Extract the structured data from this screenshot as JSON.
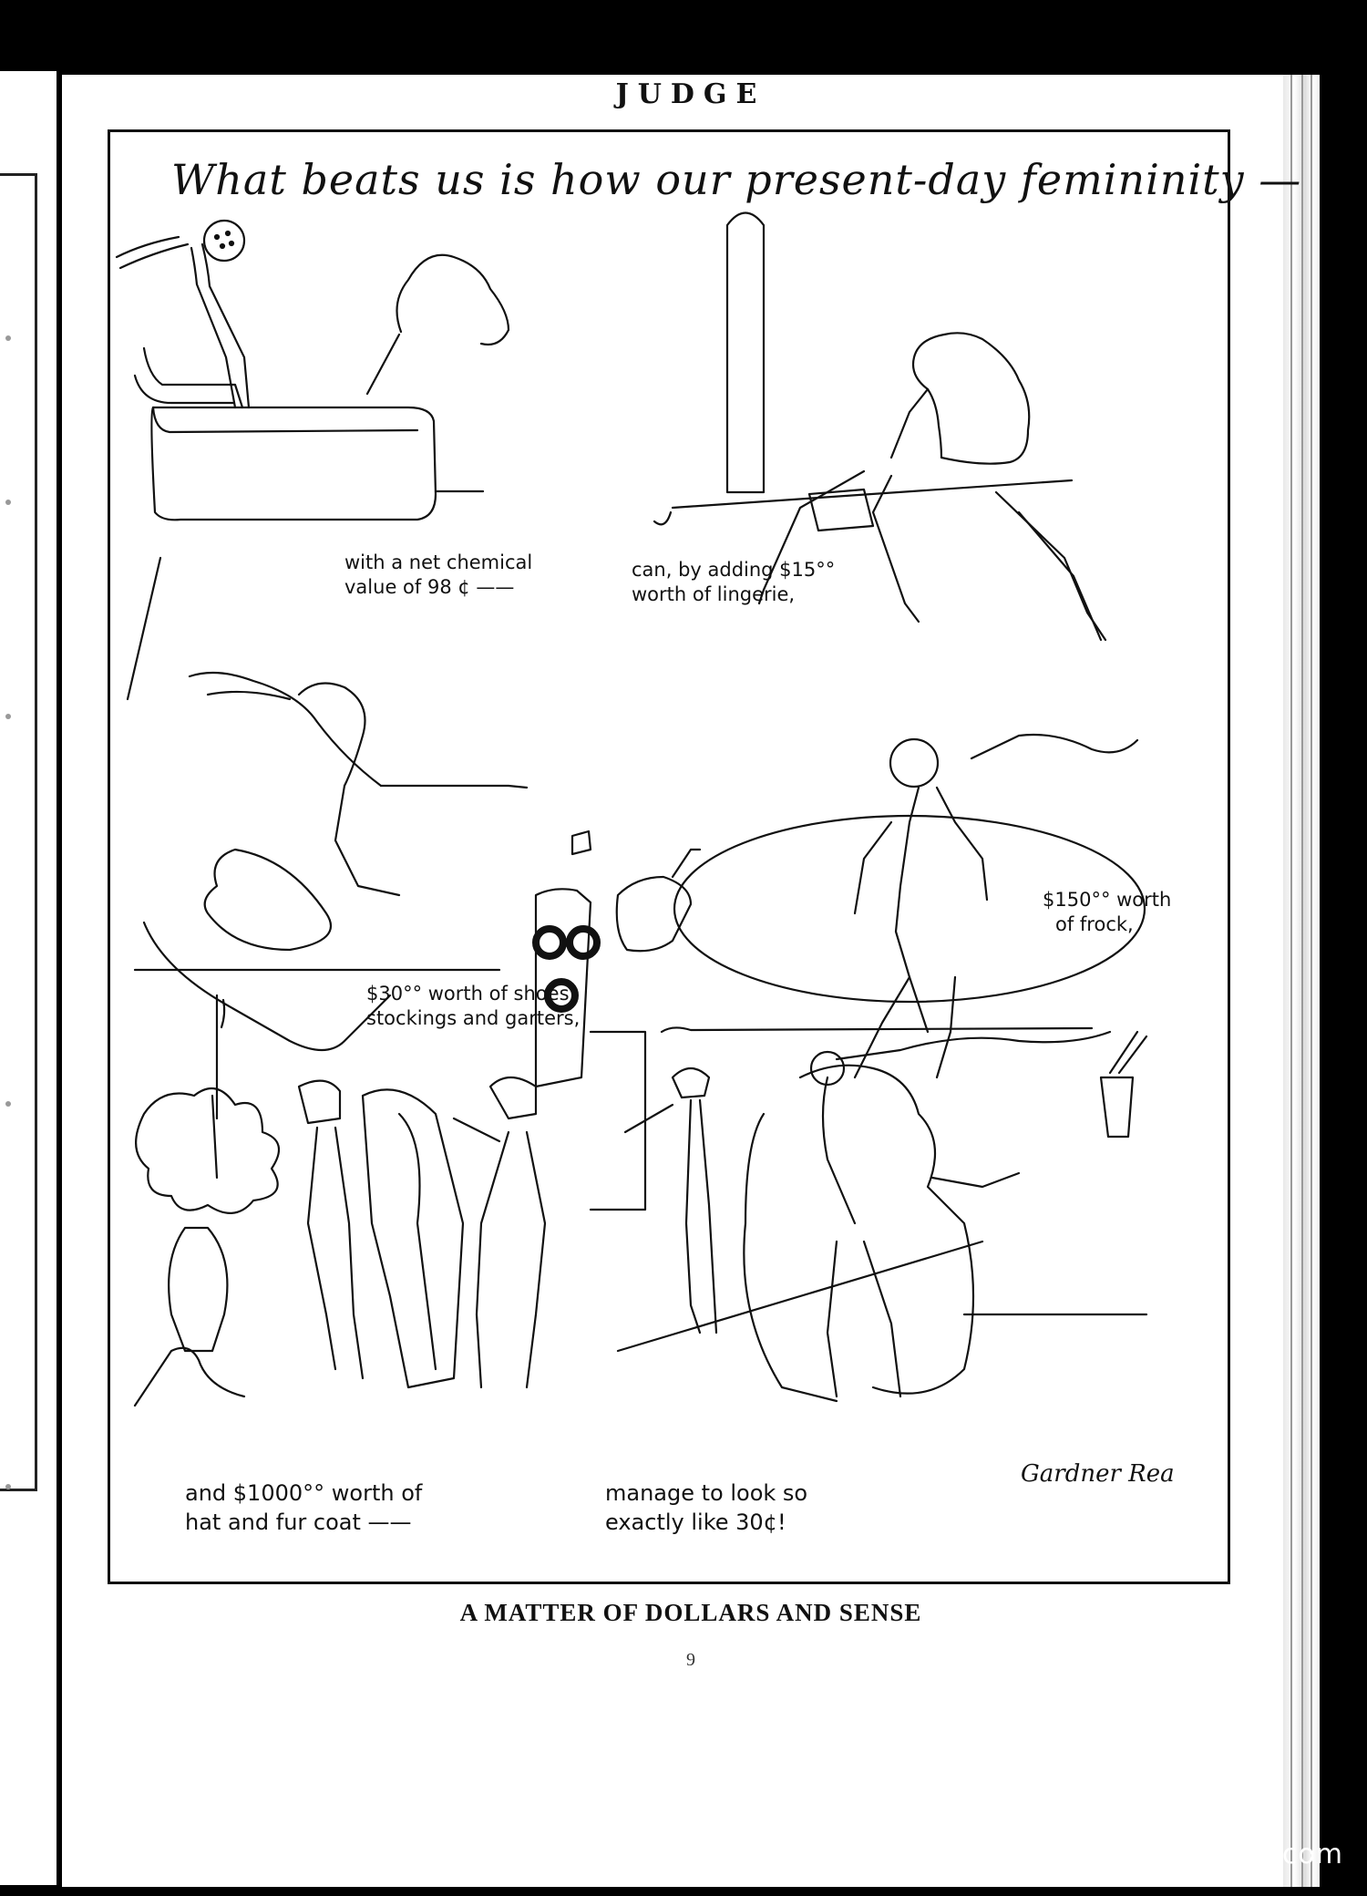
{
  "masthead": "JUDGE",
  "headline": "What beats us is how our present-day femininity —",
  "captions": {
    "panel1": [
      "with a net chemical",
      "value of 98 ¢ ——"
    ],
    "panel2": [
      "can, by adding $15°°",
      "worth of lingerie,"
    ],
    "panel3": [
      "$30°° worth of shoes,",
      "stockings and garters,"
    ],
    "panel4": [
      "$150°° worth",
      "of frock,"
    ],
    "panel5": [
      "and $1000°° worth of",
      "hat and fur coat ——"
    ],
    "panel6": [
      "manage to look so",
      "exactly like 30¢!"
    ]
  },
  "signature": "Gardner Rea",
  "footer_title": "A MATTER OF DOLLARS AND SENSE",
  "page_number": "9",
  "watermark": "comicbooks.com"
}
